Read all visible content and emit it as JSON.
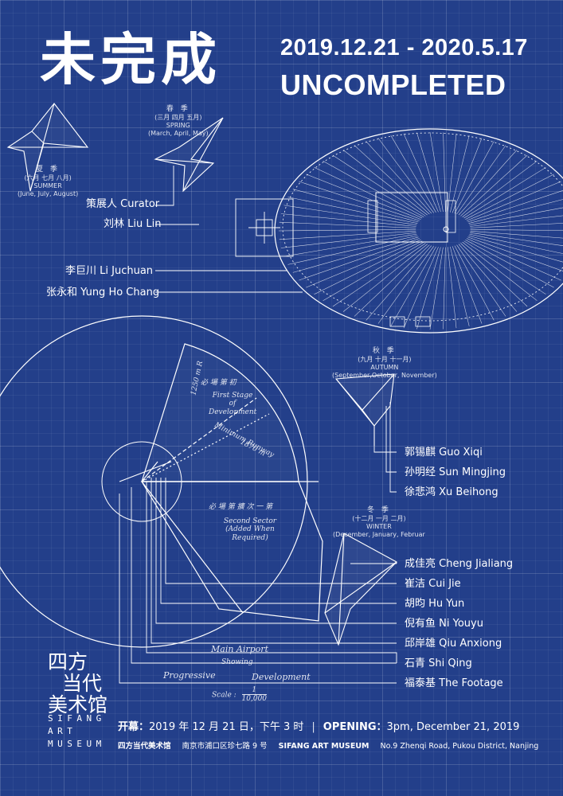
{
  "title": {
    "chinese": "未完成",
    "dates": "2019.12.21 - 2020.5.17",
    "english": "UNCOMPLETED"
  },
  "credits": {
    "curator_label": "策展人 Curator",
    "curator_name": "刘林 Liu Lin",
    "left_artists": [
      "李巨川 Li Juchuan",
      "张永和 Yung Ho Chang"
    ],
    "right_artists": [
      "郭锡麒 Guo Xiqi",
      "孙明经 Sun Mingjing",
      "徐悲鸿 Xu Beihong",
      "成佳亮 Cheng Jialiang",
      "崔洁 Cui Jie",
      "胡昀 Hu Yun",
      "倪有鱼 Ni Youyu",
      "邱岸雄 Qiu Anxiong",
      "石青 Shi Qing",
      "福泰基 The Footage"
    ]
  },
  "seasons": {
    "summer": {
      "cn": "夏 季",
      "sub": "(六月 七月 八月)",
      "en": "SUMMER",
      "months": "(June, July, August)"
    },
    "spring": {
      "cn": "春 季",
      "sub": "(三月 四月 五月)",
      "en": "SPRING",
      "months": "(March, April, May)"
    },
    "autumn": {
      "cn": "秋 季",
      "sub": "(九月 十月 十一月)",
      "en": "AUTUMN",
      "months": "(September,October, November)"
    },
    "winter": {
      "cn": "冬 季",
      "sub": "(十二月 一月 二月)",
      "en": "WINTER",
      "months": "(December, January, Februar"
    }
  },
  "blueprint": {
    "stage1_cn": "必 場 第 初",
    "stage1_en": "First Stage of Development",
    "min_runway": "Minimum Runway",
    "runway_dim": "1870 m",
    "radius_label": "1250 m R",
    "sector2_cn": "必 場 第 擴 次 一 第",
    "sector2_en": "Second Sector (Added When Required)",
    "main_airport": "Main Airport",
    "showing": "Showing",
    "progressive": "Progressive",
    "development": "Development",
    "scale_label": "Scale :",
    "scale_num": "1",
    "scale_den": "10,000"
  },
  "opening": {
    "cn_label": "开幕：",
    "cn_text": "2019 年 12 月 21 日，下午 3 时",
    "separator": "|",
    "en_label": "OPENING：",
    "en_text": "3pm, December 21, 2019"
  },
  "museum": {
    "logo_cn_lines": [
      "四方",
      "当代",
      "美术馆"
    ],
    "logo_en_lines": [
      "SIFANG",
      "ART",
      "MUSEUM"
    ],
    "name_cn": "四方当代美术馆",
    "address_cn": "南京市浦口区珍七路 9 号",
    "name_en": "SIFANG ART MUSEUM",
    "address_en": "No.9 Zhenqi Road, Pukou District, Nanjing"
  },
  "colors": {
    "background": "#233f8a",
    "ink": "#ffffff"
  }
}
